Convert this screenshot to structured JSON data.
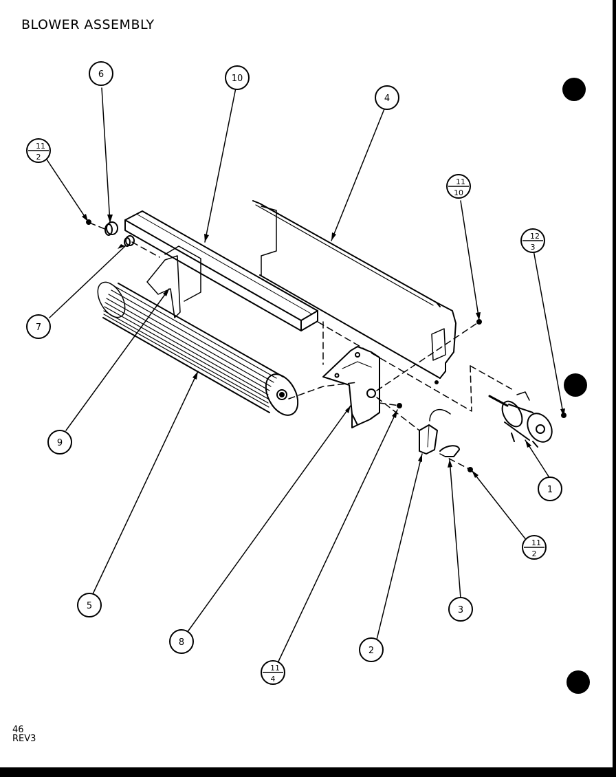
{
  "title": "BLOWER ASSEMBLY",
  "footer": {
    "page": "46",
    "revision": "REV3"
  },
  "callouts": [
    {
      "id": "c-1",
      "label": "1"
    },
    {
      "id": "c-2",
      "label": "2"
    },
    {
      "id": "c-3",
      "label": "3"
    },
    {
      "id": "c-4",
      "label": "4"
    },
    {
      "id": "c-5",
      "label": "5"
    },
    {
      "id": "c-6",
      "label": "6"
    },
    {
      "id": "c-7",
      "label": "7"
    },
    {
      "id": "c-8",
      "label": "8"
    },
    {
      "id": "c-9",
      "label": "9"
    },
    {
      "id": "c-10",
      "label": "10"
    }
  ],
  "split_callouts": [
    {
      "id": "s-11-2-top",
      "top": "11",
      "bottom": "2"
    },
    {
      "id": "s-11-10",
      "top": "11",
      "bottom": "10"
    },
    {
      "id": "s-12-3",
      "top": "12",
      "bottom": "3"
    },
    {
      "id": "s-11-2-right",
      "top": "11",
      "bottom": "2"
    },
    {
      "id": "s-11-4",
      "top": "11",
      "bottom": "4"
    }
  ]
}
